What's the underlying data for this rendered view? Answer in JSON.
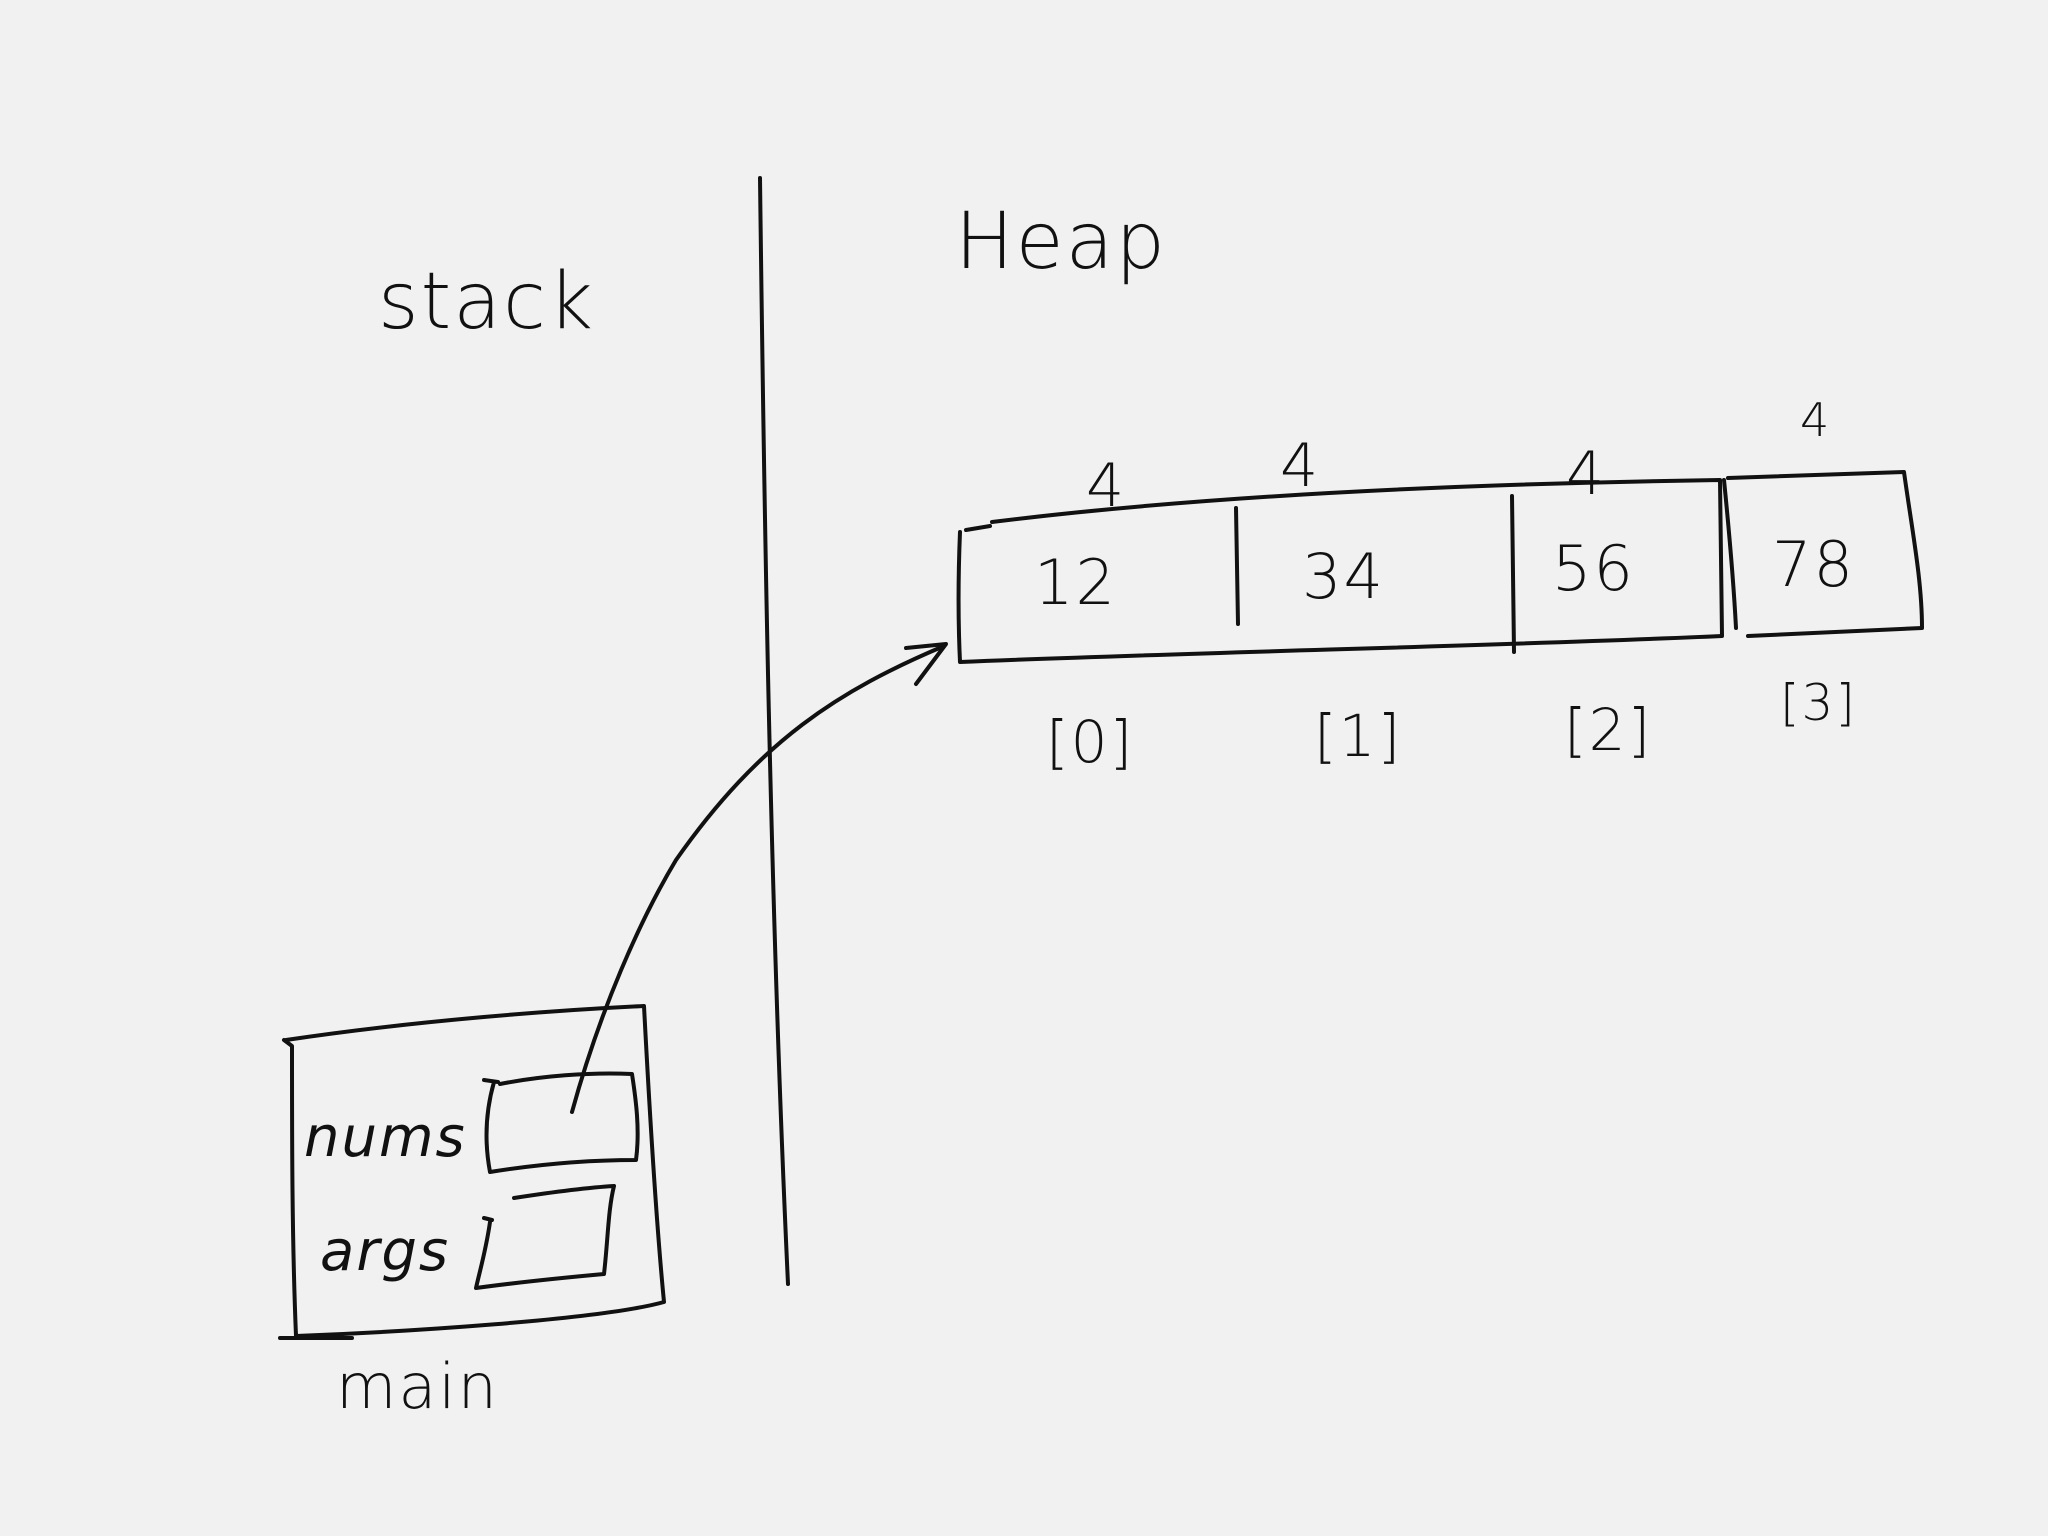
{
  "sections": {
    "stack_label": "stack",
    "heap_label": "Heap"
  },
  "heap_array": {
    "cells": [
      {
        "index_label": "[0]",
        "value": "12",
        "size": "4"
      },
      {
        "index_label": "[1]",
        "value": "34",
        "size": "4"
      },
      {
        "index_label": "[2]",
        "value": "56",
        "size": "4"
      },
      {
        "index_label": "[3]",
        "value": "78",
        "size": "4"
      }
    ]
  },
  "stack_frame": {
    "name": "main",
    "variables": [
      {
        "name": "nums",
        "points_to": "heap_array"
      },
      {
        "name": "args"
      }
    ]
  },
  "colors": {
    "ink": "#111111",
    "paper": "#f1f1f1"
  }
}
